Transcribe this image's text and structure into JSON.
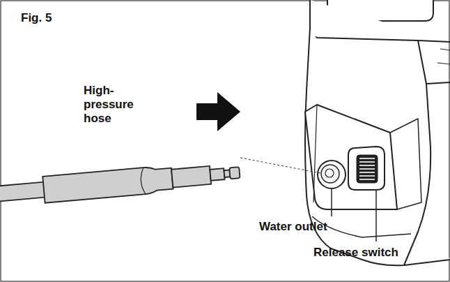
{
  "diagram": {
    "labels": [
      "Fig. 5",
      "High- pressure hose",
      "Water outlet",
      "Release switch"
    ]
  }
}
